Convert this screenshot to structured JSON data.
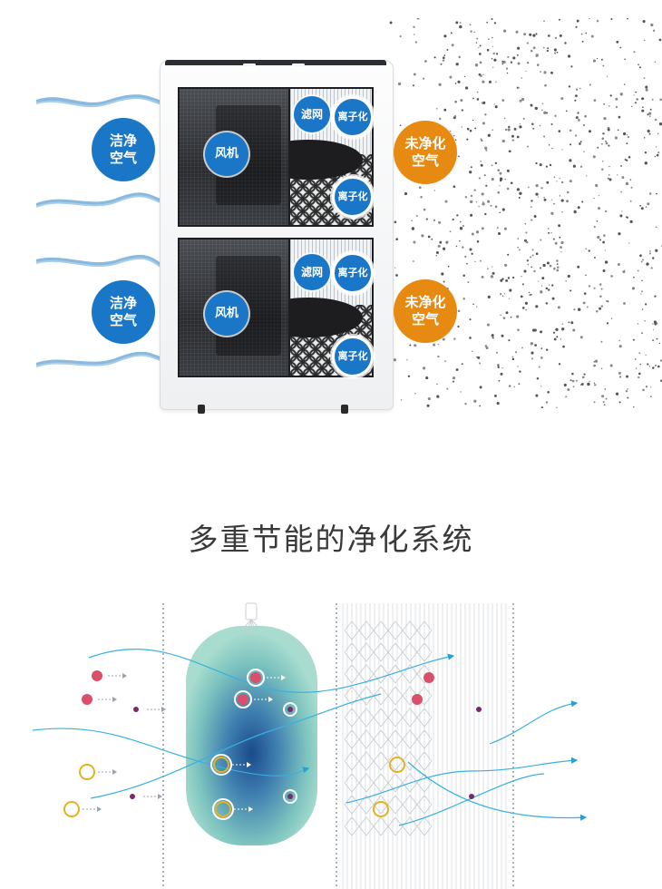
{
  "upper_illustration": {
    "clean_air_label": "洁净\n空气",
    "fan_label": "风机",
    "filter_label": "滤网",
    "ionization_label": "离子化",
    "unpurified_air_label": "未净化\n空气",
    "colors": {
      "badge_blue": "#1a76c6",
      "badge_orange": "#e68a12",
      "airflow": "#6aa9d8"
    }
  },
  "section_title": "多重节能的净化系统",
  "lower_diagram": {
    "colors": {
      "particle_red": "#d9506a",
      "particle_purple": "#7a2a6b",
      "particle_yellow": "#e6b120",
      "flow_line": "#39b0e0",
      "chamber_teal": "#8fd0c8",
      "chamber_core": "#1a4a8a"
    }
  }
}
